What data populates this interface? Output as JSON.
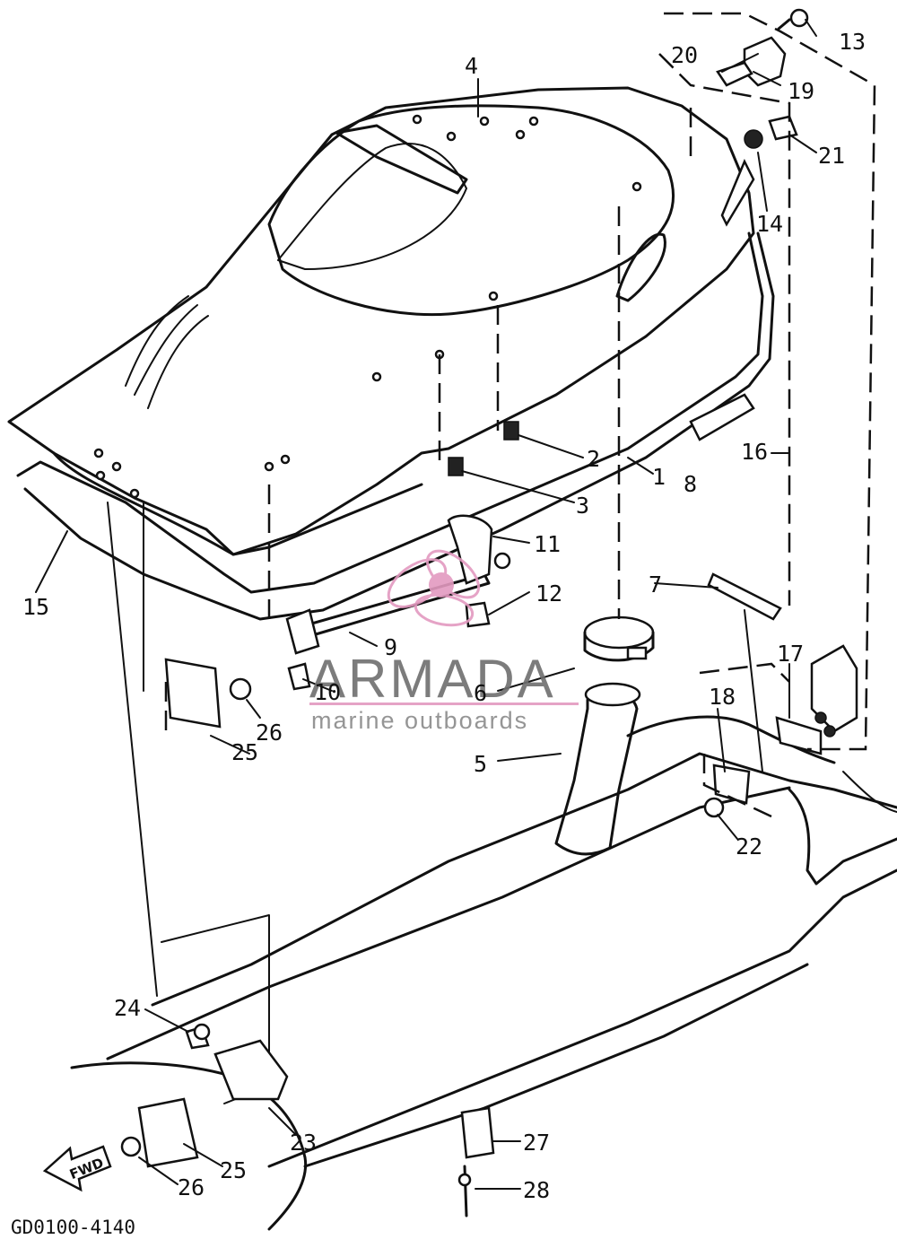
{
  "callouts": [
    "1",
    "2",
    "3",
    "4",
    "5",
    "6",
    "7",
    "8",
    "9",
    "10",
    "11",
    "12",
    "13",
    "14",
    "15",
    "16",
    "17",
    "18",
    "19",
    "20",
    "21",
    "22",
    "23",
    "24",
    "25",
    "25",
    "26",
    "26",
    "27",
    "28"
  ],
  "watermark": {
    "brand": "ARMADA",
    "tagline": "marine outboards",
    "accent_color": "#e39ac0"
  },
  "direction_arrow": "FWD",
  "drawing_code": "GD0100-4140"
}
